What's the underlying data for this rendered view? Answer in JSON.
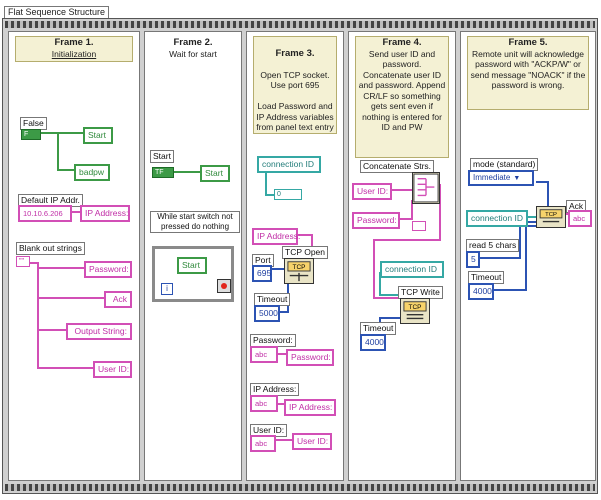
{
  "diagram_title": "Flat Sequence Structure",
  "frames": [
    {
      "title": "Frame 1.",
      "desc": "Initialization"
    },
    {
      "title": "Frame 2.",
      "desc": "Wait for start"
    },
    {
      "title": "Frame 3.",
      "desc": "Open TCP socket. Use port 695\n\nLoad Password and IP Address variables from panel text entry"
    },
    {
      "title": "Frame 4.",
      "desc": "Send user ID and password. Concatenate user ID and password. Append CR/LF so something gets sent even if nothing is entered for ID and PW"
    },
    {
      "title": "Frame 5.",
      "desc": "Remote unit will acknowledge password with \"ACKP/W\" or send message \"NOACK\" if the password is wrong."
    }
  ],
  "frame1": {
    "false_label": "False",
    "false_const": "F",
    "start_local": "Start",
    "badpw_local": "badpw",
    "default_ip_label": "Default IP Addr.",
    "default_ip_value": "10.10.6.206",
    "ip_local": "IP Address:",
    "blank_label": "Blank out strings",
    "str_const": "\"\"",
    "password_local": "Password:",
    "ack_local": "Ack",
    "output_local": "Output String:",
    "userid_local": "User ID:"
  },
  "frame2": {
    "start_label": "Start",
    "start_const": "TF",
    "start_local": "Start",
    "loop_comment": "While start switch not pressed do nothing",
    "loop_start_local": "Start",
    "loop_index": "i"
  },
  "frame3": {
    "conn_local": "connection ID",
    "conn_tag": "0",
    "ip_local": "IP Address:",
    "tcp_open_label": "TCP Open",
    "port_label": "Port",
    "port_value": "695",
    "timeout_label": "Timeout",
    "timeout_value": "5000",
    "password_label": "Password:",
    "password_ctl": "abc",
    "password_local": "Password:",
    "ip_label": "IP Address:",
    "ip_ctl": "abc",
    "ip_local2": "IP Address:",
    "userid_label": "User ID:",
    "userid_ctl": "abc",
    "userid_local": "User ID:"
  },
  "frame4": {
    "concat_label": "Concatenate Strs.",
    "userid_local": "User ID:",
    "password_local": "Password:",
    "conn_local": "connection ID",
    "tcp_write_label": "TCP Write",
    "timeout_label": "Timeout",
    "timeout_value": "4000"
  },
  "frame5": {
    "mode_label": "mode (standard)",
    "mode_value": "Immediate",
    "conn_local": "connection ID",
    "read_label": "read 5 chars",
    "read_value": "5",
    "timeout_label": "Timeout",
    "timeout_value": "4000",
    "ack_label": "Ack",
    "ack_ind": "abc"
  },
  "colors": {
    "boolean": "#3c9a46",
    "string": "#d24fb6",
    "numeric": "#2c53b3",
    "refnum": "#35a8a4",
    "frame_bg": "#ffffff",
    "structure": "#d0d0d0"
  }
}
